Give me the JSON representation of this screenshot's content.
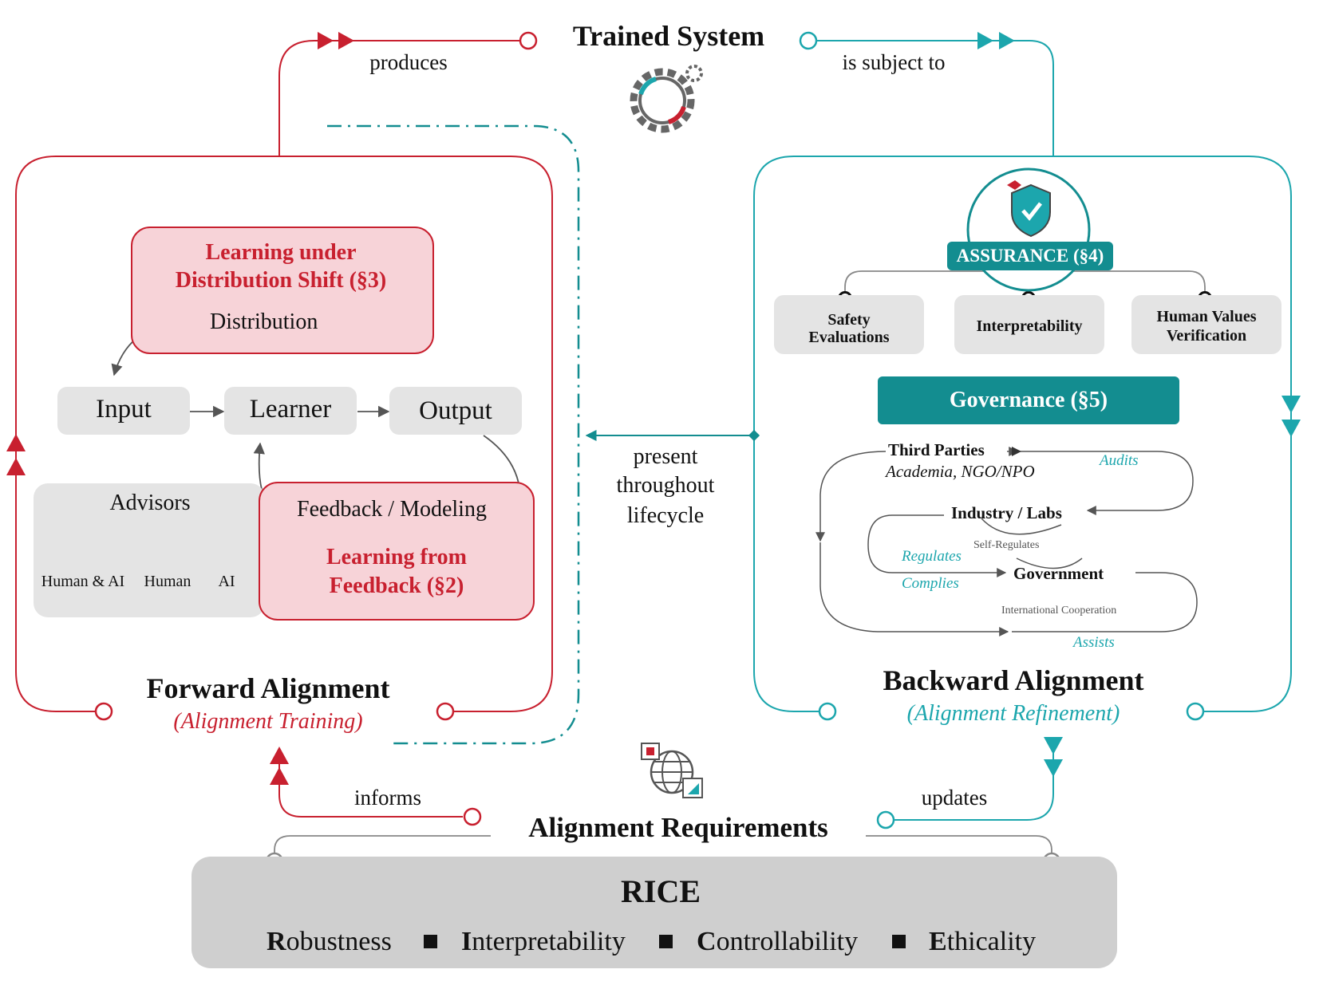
{
  "top": {
    "title": "Trained System",
    "produces": "produces",
    "subject_to": "is subject to"
  },
  "forward": {
    "title": "Forward Alignment",
    "subtitle": "(Alignment Training)",
    "shift_title_line1": "Learning under",
    "shift_title_line2": "Distribution Shift (§3)",
    "distribution": "Distribution",
    "input": "Input",
    "learner": "Learner",
    "output": "Output",
    "advisors": "Advisors",
    "advisor_human_ai": "Human & AI",
    "advisor_human": "Human",
    "advisor_ai": "AI",
    "feedback_modeling": "Feedback / Modeling",
    "feedback_title_line1": "Learning from",
    "feedback_title_line2": "Feedback (§2)"
  },
  "middle": {
    "line1": "present",
    "line2": "throughout",
    "line3": "lifecycle"
  },
  "backward": {
    "title": "Backward Alignment",
    "subtitle": "(Alignment Refinement)",
    "assurance": "ASSURANCE (§4)",
    "safety_line1": "Safety",
    "safety_line2": "Evaluations",
    "interpretability": "Interpretability",
    "hvv_line1": "Human Values",
    "hvv_line2": "Verification",
    "governance": "Governance (§5)",
    "third_parties": "Third Parties",
    "academia": "Academia, NGO/NPO",
    "audits": "Audits",
    "industry": "Industry / Labs",
    "self_regulates": "Self-Regulates",
    "regulates": "Regulates",
    "complies": "Complies",
    "government": "Government",
    "intl_coop": "International Cooperation",
    "assists": "Assists"
  },
  "bottom": {
    "title": "Alignment Requirements",
    "informs": "informs",
    "updates": "updates",
    "rice": "RICE",
    "pillars": [
      {
        "initial": "R",
        "rest": "obustness"
      },
      {
        "initial": "I",
        "rest": "nterpretability"
      },
      {
        "initial": "C",
        "rest": "ontrollability"
      },
      {
        "initial": "E",
        "rest": "thicality"
      }
    ]
  },
  "colors": {
    "red": "#c8202f",
    "teal": "#1ca6ad",
    "teal_dark": "#138d90",
    "pink_fill": "#f7d3d8",
    "gray_fill": "#e4e4e4"
  },
  "icons": [
    "gear-icon",
    "shield-check-icon",
    "puzzle-globe-icon",
    "human-ai-icon",
    "human-icon",
    "ai-brain-icon"
  ]
}
